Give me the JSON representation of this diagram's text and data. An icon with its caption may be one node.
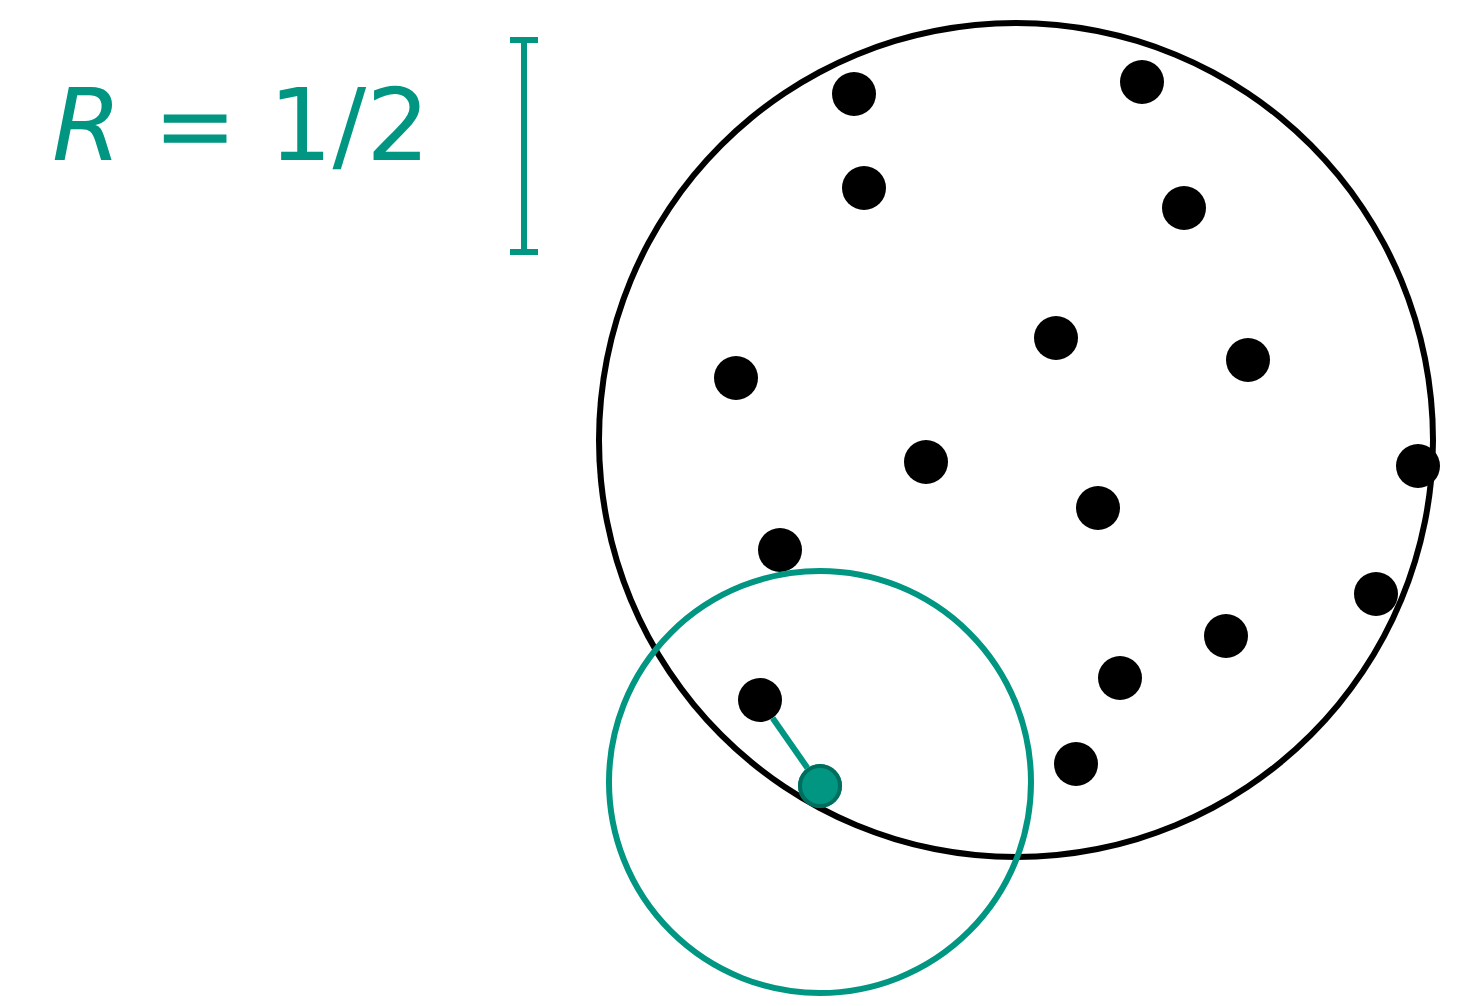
{
  "diagram": {
    "nodes": [
      {
        "text": [],
        "shape": "circle"
      },
      {
        "text": [],
        "shape": "circle",
        "in": 0
      },
      {
        "text": [],
        "shape": "circle",
        "in": 0
      },
      {
        "text": [],
        "shape": "circle",
        "in": 0
      },
      {
        "text": [],
        "shape": "circle",
        "in": 0
      },
      {
        "text": [],
        "shape": "circle",
        "in": 0
      },
      {
        "text": [],
        "shape": "circle",
        "in": 0
      },
      {
        "text": [],
        "shape": "circle",
        "in": 0
      },
      {
        "text": [],
        "shape": "circle",
        "in": 0
      },
      {
        "text": [],
        "shape": "circle",
        "in": 0
      },
      {
        "text": [],
        "shape": "circle",
        "in": 0
      },
      {
        "text": [],
        "shape": "circle",
        "in": 0
      },
      {
        "text": [],
        "shape": "circle",
        "in": 0
      },
      {
        "text": [],
        "shape": "circle",
        "in": 0
      },
      {
        "text": [],
        "shape": "circle",
        "in": 0
      },
      {
        "text": [],
        "shape": "circle",
        "in": 0
      },
      {
        "text": [],
        "shape": "circle",
        "in": 0
      },
      {
        "text": [],
        "shape": "circle",
        "in": 0
      }
    ],
    "edges": [
      {
        "from": 17,
        "to": 15,
        "arrow": "none",
        "color": "#009682"
      }
    ],
    "labels": [
      "*R* = 1/2"
    ]
  }
}
